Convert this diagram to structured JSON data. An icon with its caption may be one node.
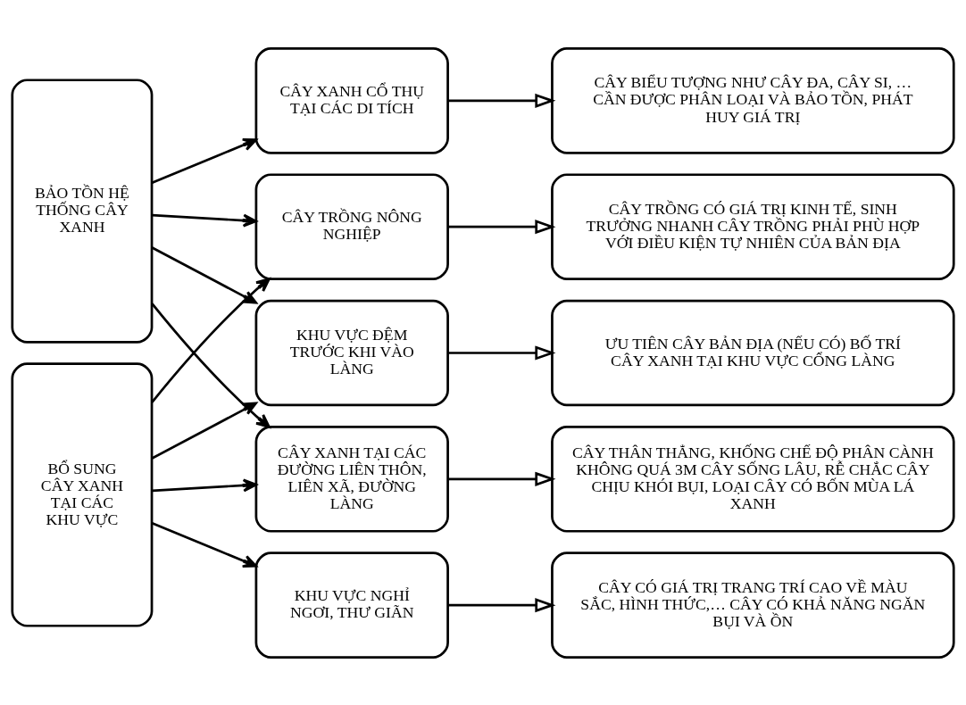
{
  "diagram": {
    "nodes": [
      {
        "text": [
          "BỔ SUNG CÂY XANH TẠI CÁC KHU VỰC"
        ]
      },
      {
        "text": [
          "BẢO TỒN HỆ THỐNG CÂY XANH"
        ]
      },
      {
        "text": [
          "CÂY XANH TẠI CÁC ĐƯỜNG LIÊN THÔN, LIÊN XÃ, ĐƯỜNG LÀNG"
        ]
      },
      {
        "text": [
          "KHU VỰC ĐỆM TRƯỚC KHI VÀO LÀNG"
        ]
      },
      {
        "text": [
          "KHU VỰC NGHỈ NGƠI, THƯ GIÃN"
        ]
      },
      {
        "text": [
          "CÂY TRỒNG NÔNG NGHIỆP"
        ]
      },
      {
        "text": [
          "CÂY XANH CỔ THỤ TẠI CÁC DI TÍCH"
        ]
      },
      {
        "text": [
          "CÂY THÂN THẲNG, KHỐNG CHẾ ĐỘ PHÂN CÀNH KHÔNG QUÁ 3M CÂY SỐNG LÂU, RỄ CHẮC CÂY CHỊU KHÓI BỤI, LOẠI CÂY CÓ BỐN MÙA LÁ XANH"
        ]
      },
      {
        "text": [
          "ƯU TIÊN CÂY BẢN ĐỊA (NẾU CÓ) BỐ TRÍ CÂY XANH TẠI KHU VỰC CỔNG LÀNG"
        ]
      },
      {
        "text": [
          "CÂY CÓ GIÁ TRỊ TRANG TRÍ CAO VỀ MÀU SẮC, HÌNH THỨC,… CÂY CÓ KHẢ NĂNG NGĂN BỤI VÀ ỒN"
        ]
      },
      {
        "text": [
          "CÂY TRỒNG CÓ GIÁ TRỊ KINH TẾ, SINH TRƯỞNG NHANH CÂY TRỒNG PHẢI PHÙ HỢP VỚI ĐIỀU KIỆN TỰ NHIÊN CỦA BẢN ĐỊA"
        ]
      },
      {
        "text": [
          "CÂY BIỂU TƯỢNG NHƯ CÂY ĐA, CÂY SI, … CẦN ĐƯỢC PHÂN LOẠI VÀ BẢO TỒN, PHÁT HUY GIÁ TRỊ"
        ]
      }
    ],
    "edges": [
      {
        "from": 0,
        "to": 2,
        "arrow": "to"
      },
      {
        "from": 0,
        "to": 3,
        "arrow": "to"
      },
      {
        "from": 0,
        "to": 4,
        "arrow": "to"
      },
      {
        "from": 0,
        "to": 5,
        "arrow": "to"
      },
      {
        "from": 1,
        "to": 2,
        "arrow": "to"
      },
      {
        "from": 1,
        "to": 3,
        "arrow": "to"
      },
      {
        "from": 1,
        "to": 5,
        "arrow": "to"
      },
      {
        "from": 1,
        "to": 6,
        "arrow": "to"
      },
      {
        "from": 2,
        "to": 7,
        "arrow": "to"
      },
      {
        "from": 3,
        "to": 8,
        "arrow": "to"
      },
      {
        "from": 4,
        "to": 9,
        "arrow": "to"
      },
      {
        "from": 5,
        "to": 10,
        "arrow": "to"
      },
      {
        "from": 6,
        "to": 11,
        "arrow": "to"
      }
    ]
  }
}
